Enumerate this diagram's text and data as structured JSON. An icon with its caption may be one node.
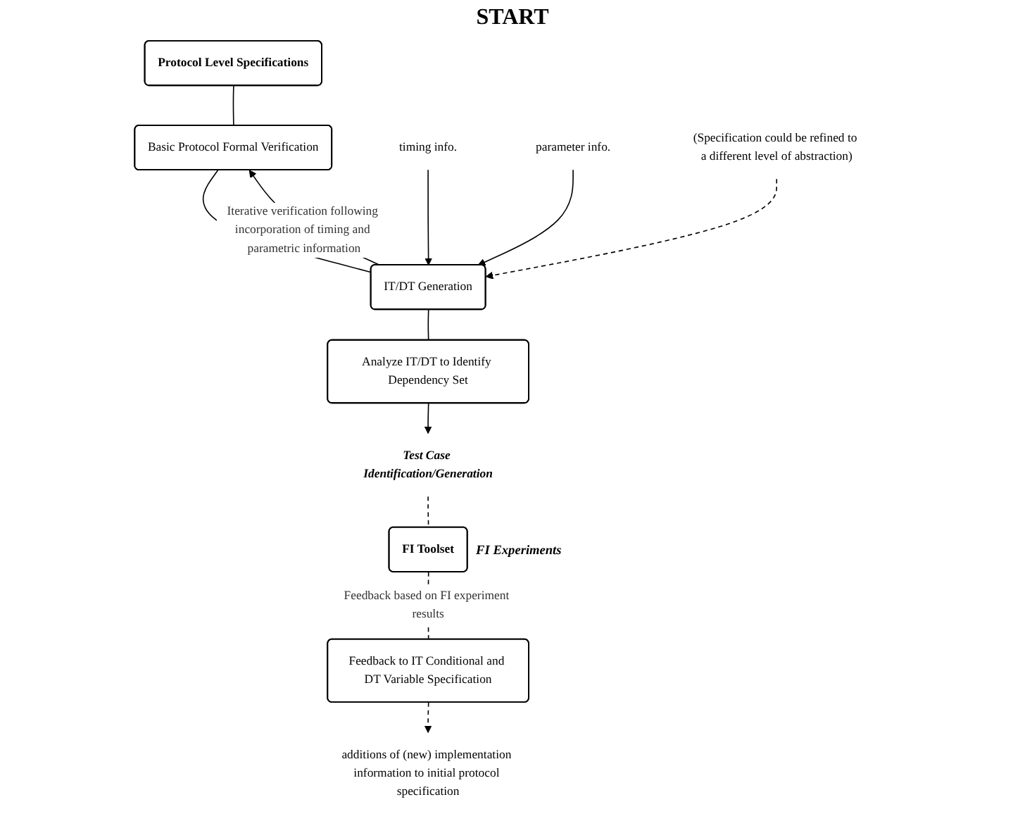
{
  "diagram": {
    "title": "START",
    "nodes": [
      {
        "text": [
          "Protocol Level Specifications"
        ]
      },
      {
        "text": [
          "Basic Protocol Formal Verification"
        ]
      },
      {
        "text": [
          "IT/DT Generation"
        ]
      },
      {
        "text": [
          "Analyze IT/DT to Identify Dependency Set"
        ]
      },
      {
        "text": [
          "Test Case Identification/Generation"
        ]
      },
      {
        "text": [
          "FI Toolset"
        ],
        "beside": [
          "FI Experiments"
        ]
      },
      {
        "text": [
          "Feedback to IT Conditional and DT Variable Specification"
        ]
      },
      {
        "text": [
          "timing info."
        ]
      },
      {
        "text": [
          "parameter info."
        ]
      },
      {
        "text": [
          "(Specification could be refined to a different level of abstraction)"
        ]
      },
      {
        "text": [
          "additions of (new) implementation information to initial protocol specification"
        ]
      }
    ],
    "edges": [
      {
        "from": 0,
        "to": 1,
        "arrow": "none"
      },
      {
        "from": 1,
        "to": 2,
        "arrow": "none"
      },
      {
        "from": 2,
        "to": 3,
        "arrow": "none"
      },
      {
        "from": 2,
        "to": 1,
        "arrow": "to",
        "label": "Iterative verification following incorporation of timing and parametric information"
      },
      {
        "from": 3,
        "to": 4,
        "arrow": "to"
      },
      {
        "from": 4,
        "to": 5,
        "arrow": "none",
        "style": "dashed"
      },
      {
        "from": 5,
        "to": 6,
        "arrow": "none",
        "style": "dashed",
        "label": "Feedback based on FI experiment results"
      },
      {
        "from": 6,
        "to": 10,
        "arrow": "to",
        "style": "dashed"
      },
      {
        "from": 7,
        "to": 2,
        "arrow": "to"
      },
      {
        "from": 8,
        "to": 2,
        "arrow": "to"
      },
      {
        "from": 9,
        "to": 2,
        "arrow": "to",
        "style": "dashed"
      }
    ]
  }
}
